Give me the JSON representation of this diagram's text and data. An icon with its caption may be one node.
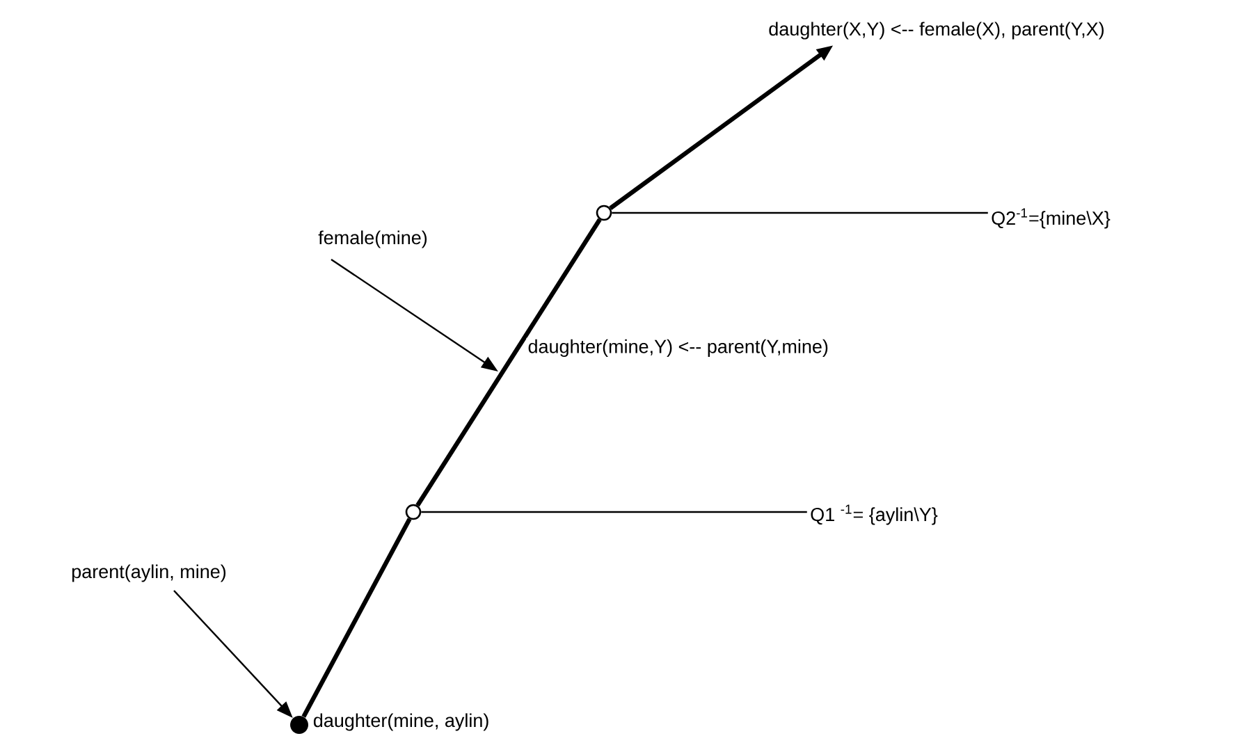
{
  "diagram": {
    "nodes": [
      {
        "text": [
          "daughter(X,Y) <-- female(X), parent(Y,X)"
        ]
      },
      {
        "text": [],
        "shape": "circle"
      },
      {
        "text": [
          "Q2$^{-1}$={mine\\X}"
        ]
      },
      {
        "text": [
          "female(mine)"
        ]
      },
      {
        "text": [],
        "shape": "circle"
      },
      {
        "text": [
          "Q1 $^{-1}$= {aylin\\Y}"
        ]
      },
      {
        "text": [
          "parent(aylin, mine)"
        ]
      },
      {
        "text": [],
        "shape": "dot",
        "beside": [
          "daughter(mine, aylin)"
        ]
      }
    ],
    "edges": [
      {
        "from": 7,
        "to": 4,
        "arrow": "none",
        "style": "thick"
      },
      {
        "from": 4,
        "to": 1,
        "arrow": "none",
        "style": "thick",
        "label": "daughter(mine,Y) <--  parent(Y,mine)"
      },
      {
        "from": 1,
        "to": 0,
        "arrow": "to",
        "style": "thick"
      },
      {
        "from": 1,
        "to": 2,
        "arrow": "none"
      },
      {
        "from": 4,
        "to": 5,
        "arrow": "none"
      },
      {
        "from": 3,
        "to": null,
        "arrow": "to"
      },
      {
        "from": 6,
        "to": 7,
        "arrow": "to"
      }
    ]
  }
}
